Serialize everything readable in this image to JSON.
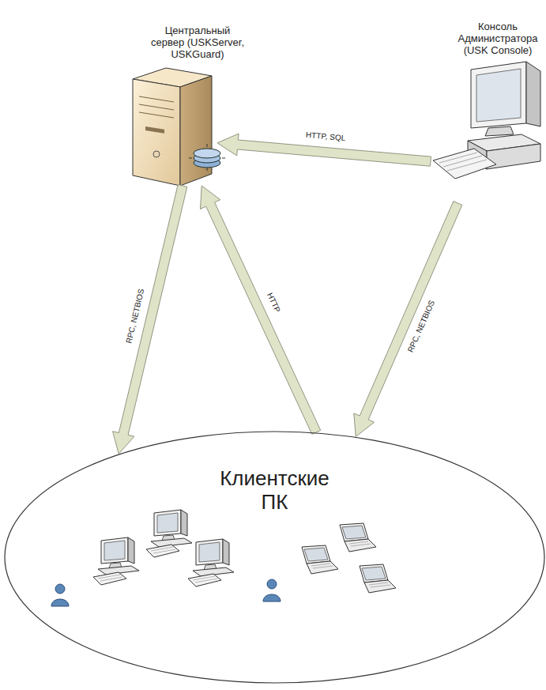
{
  "diagram": {
    "nodes": [
      {
        "text": [
          "Центральный сервер (USKServer, USKGuard)"
        ]
      },
      {
        "text": [
          "Консоль Администратора (USK Console)"
        ]
      },
      {
        "text": [
          "Клиентские ПК"
        ]
      }
    ],
    "edges": [
      {
        "from": 1,
        "to": 0,
        "label": "HTTP, SQL",
        "arrow": "to"
      },
      {
        "from": 0,
        "to": 2,
        "label": "RPC, NETBIOS",
        "arrow": "to"
      },
      {
        "from": 2,
        "to": 0,
        "label": "HTTP",
        "arrow": "to"
      },
      {
        "from": 1,
        "to": 2,
        "label": "RPC, NETBIOS",
        "arrow": "to"
      }
    ]
  }
}
